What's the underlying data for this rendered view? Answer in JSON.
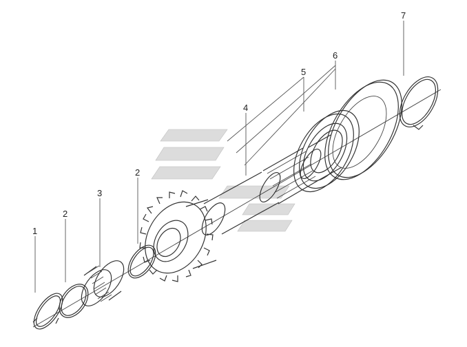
{
  "diagram": {
    "labels": {
      "part1": "1",
      "part2a": "2",
      "part3": "3",
      "part2b": "2",
      "part4": "4",
      "part5": "5",
      "part6": "6",
      "part7": "7"
    },
    "colors": {
      "line": "#333333",
      "watermark": "#d9d9d9",
      "background": "#ffffff"
    },
    "watermark_icon": "parts-catalog-logo-watermark"
  }
}
